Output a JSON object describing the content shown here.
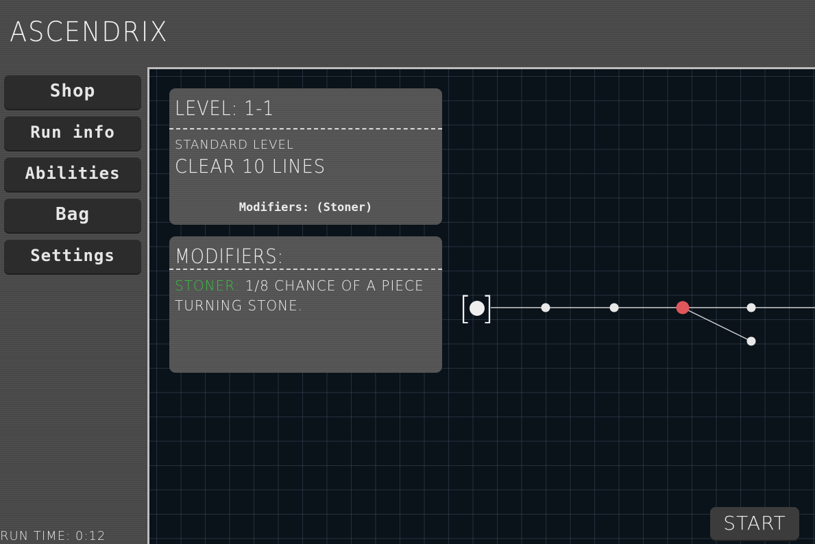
{
  "app": {
    "title": "ASCENDRIX"
  },
  "sidebar": {
    "items": [
      {
        "label": "Shop"
      },
      {
        "label": "Run info"
      },
      {
        "label": "Abilities"
      },
      {
        "label": "Bag"
      },
      {
        "label": "Settings"
      }
    ]
  },
  "level_panel": {
    "heading": "LEVEL: 1-1",
    "type": "STANDARD LEVEL",
    "goal": "CLEAR 10 LINES",
    "modifiers_line": "Modifiers: (Stoner)"
  },
  "modifiers_panel": {
    "heading": "MODIFIERS:",
    "modifier_name": "STONER:",
    "modifier_desc": "1/8 CHANCE OF A PIECE TURNING STONE."
  },
  "map": {
    "current_marker": "[●]",
    "node_color": "#e8e8e8",
    "special_node_color": "#e0575b"
  },
  "footer": {
    "start_label": "START",
    "run_time": "RUN TIME: 0:12"
  },
  "colors": {
    "chrome": "#474747",
    "map_background": "#0a121a",
    "modifier_highlight": "#3dbb44"
  }
}
